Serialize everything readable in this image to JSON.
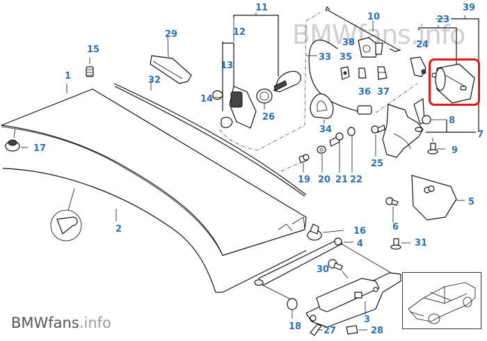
{
  "diagram": {
    "title": "BMW trunk lid / boot lid lock parts diagram",
    "label_color": "#2f6fb3",
    "highlight_color": "#e2161d",
    "highlighted_part": "39",
    "watermark_top": "BMWfans.info",
    "watermark_bottom": {
      "brand": "BMWfans",
      "suffix": ".info"
    },
    "part_labels": [
      {
        "id": "p1",
        "text": "1"
      },
      {
        "id": "p2",
        "text": "2"
      },
      {
        "id": "p3",
        "text": "3"
      },
      {
        "id": "p4",
        "text": "4"
      },
      {
        "id": "p5",
        "text": "5"
      },
      {
        "id": "p6",
        "text": "6"
      },
      {
        "id": "p7",
        "text": "7"
      },
      {
        "id": "p8",
        "text": "8"
      },
      {
        "id": "p9",
        "text": "9"
      },
      {
        "id": "p10",
        "text": "10"
      },
      {
        "id": "p11",
        "text": "11"
      },
      {
        "id": "p12",
        "text": "12"
      },
      {
        "id": "p13",
        "text": "13"
      },
      {
        "id": "p14",
        "text": "14"
      },
      {
        "id": "p15",
        "text": "15"
      },
      {
        "id": "p16",
        "text": "16"
      },
      {
        "id": "p17",
        "text": "17"
      },
      {
        "id": "p18",
        "text": "18"
      },
      {
        "id": "p19",
        "text": "19"
      },
      {
        "id": "p20",
        "text": "20"
      },
      {
        "id": "p21",
        "text": "21"
      },
      {
        "id": "p22",
        "text": "22"
      },
      {
        "id": "p23",
        "text": "23"
      },
      {
        "id": "p24",
        "text": "24"
      },
      {
        "id": "p25",
        "text": "25"
      },
      {
        "id": "p26",
        "text": "26"
      },
      {
        "id": "p27",
        "text": "27"
      },
      {
        "id": "p28",
        "text": "28"
      },
      {
        "id": "p29",
        "text": "29"
      },
      {
        "id": "p30",
        "text": "30"
      },
      {
        "id": "p31",
        "text": "31"
      },
      {
        "id": "p32",
        "text": "32"
      },
      {
        "id": "p33",
        "text": "33"
      },
      {
        "id": "p34",
        "text": "34"
      },
      {
        "id": "p35",
        "text": "35"
      },
      {
        "id": "p36",
        "text": "36"
      },
      {
        "id": "p37",
        "text": "37"
      },
      {
        "id": "p38",
        "text": "38"
      },
      {
        "id": "p39",
        "text": "39"
      }
    ]
  }
}
